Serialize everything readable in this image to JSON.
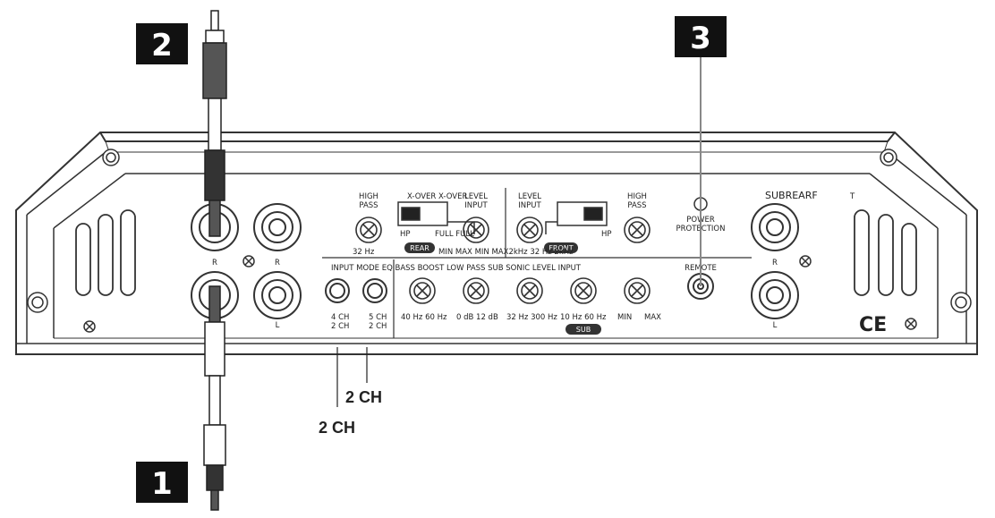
{
  "callouts": {
    "one": "1",
    "two": "2",
    "three": "3"
  },
  "switch_labels": {
    "first": "2 CH",
    "second": "2 CH"
  },
  "panel": {
    "high_pass_left": "HIGH\nPASS",
    "high_pass_left_freq": "32 Hz",
    "xover_title": "X-OVER X-OVER",
    "xover_hp": "HP",
    "xover_full": "FULL  FULL",
    "rear_tag": "REAR",
    "level_input_left": "LEVEL\nINPUT",
    "min_max_row": "MIN MAX MIN MAX2kHz 32 Hz 2kHz",
    "level_input_right": "LEVEL\nINPUT",
    "front_tag": "FRONT",
    "front_hp": "HP",
    "high_pass_right": "HIGH\nPASS",
    "power_protection": "POWER\nPROTECTION",
    "subwoofer": "SUBREARF",
    "t_label": "T",
    "r_left": "R",
    "r_left2": "R",
    "l_left": "L",
    "r_right": "R",
    "l_right": "L",
    "bottom_row_title": "INPUT MODE EQ BASS BOOST LOW PASS SUB SONIC LEVEL INPUT",
    "ch_a_top": "4 CH",
    "ch_a_bottom": "2 CH",
    "ch_b_top": "5 CH",
    "ch_b_bottom": "2 CH",
    "eq_freqs": "40 Hz  60 Hz",
    "bass_boost": "0 dB   12 dB",
    "low_pass": "32 Hz  300 Hz",
    "sub_sonic": "10 Hz    60 Hz",
    "level_min": "MIN",
    "level_max": "MAX",
    "sub_tag": "SUB",
    "remote": "REMOTE",
    "ce_mark": "CE"
  }
}
